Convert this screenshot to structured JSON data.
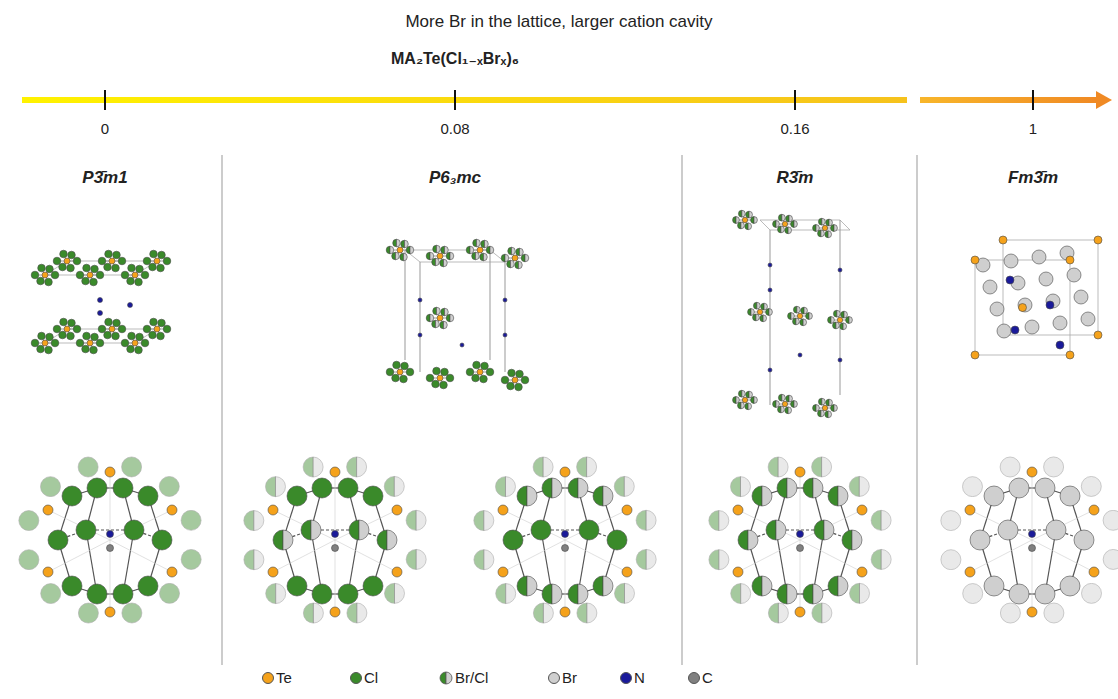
{
  "diagram": {
    "labels": [
      "More Br in the lattice, larger cation cavity",
      "MA₂Te(Cl₁₋ₓBrₓ)₆",
      "0",
      "0.08",
      "0.16",
      "1",
      "P3̄m1",
      "P6₃mc",
      "R3̄m",
      "Fm3̄m"
    ],
    "legend": [
      {
        "text": "Te",
        "color": "#f5a21b"
      },
      {
        "text": "Cl",
        "color": "#3a8a2a"
      },
      {
        "text": "Br/Cl"
      },
      {
        "text": "Br",
        "color": "#cfcfcf"
      },
      {
        "text": "N",
        "color": "#1a1a9a"
      },
      {
        "text": "C",
        "color": "#808080"
      }
    ]
  }
}
